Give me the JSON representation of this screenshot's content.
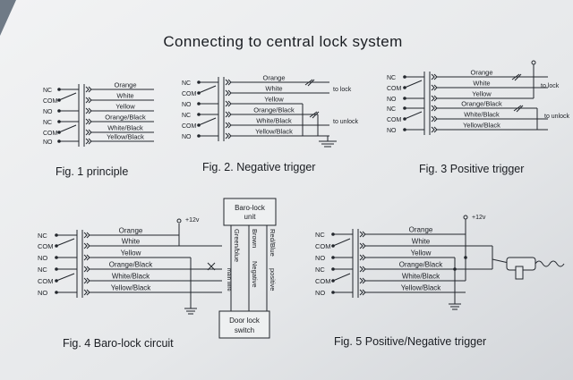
{
  "title": "Connecting to central lock system",
  "wire_colors": [
    "Orange",
    "White",
    "Yellow",
    "Orange/Black",
    "White/Black",
    "Yellow/Black"
  ],
  "pins": [
    "NC",
    "COM",
    "NO",
    "NC",
    "COM",
    "NO"
  ],
  "fig1": {
    "caption": "Fig. 1  principle"
  },
  "fig2": {
    "caption": "Fig. 2. Negative trigger",
    "to_lock": "to lock",
    "to_unlock": "to unlock"
  },
  "fig3": {
    "caption": "Fig. 3  Positive trigger",
    "to_lock": "to lock",
    "to_unlock": "to unlock"
  },
  "fig4": {
    "caption": "Fig. 4  Baro-lock circuit",
    "supply": "+12v",
    "baro_box": [
      "Baro-lock",
      "unit"
    ],
    "door_box": [
      "Door lock",
      "switch"
    ],
    "vertical_labels": [
      "Green/blue",
      "main wire",
      "Brown",
      "Negative",
      "Red/Blue",
      "positive"
    ]
  },
  "fig5": {
    "caption": "Fig. 5  Positive/Negative trigger",
    "supply": "+12v"
  }
}
